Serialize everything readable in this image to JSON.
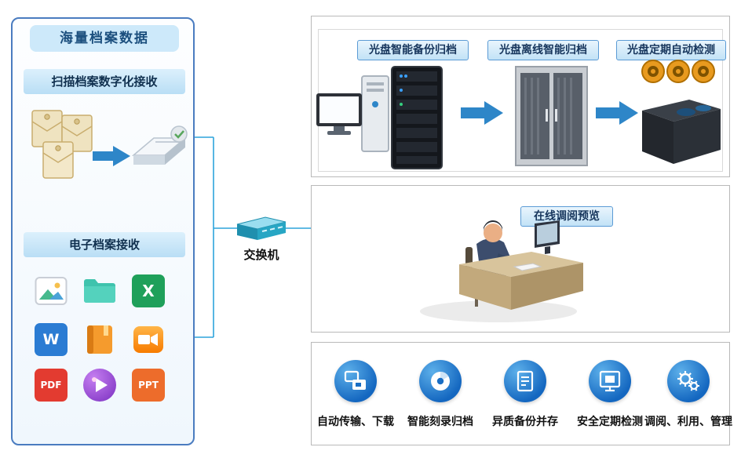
{
  "colors": {
    "accent_blue": "#2e86c8",
    "connector_blue": "#2da4dc",
    "pill_border": "#5b9bd5",
    "pill_text": "#17365d",
    "left_panel_border": "#4a7cc0",
    "switch_teal": "#27a6c4",
    "feature_circle_blue": "#1467c0"
  },
  "left_panel": {
    "title": "海量档案数据",
    "scan_section": {
      "title": "扫描档案数字化接收",
      "icons": [
        "envelope-icon",
        "envelope-icon",
        "envelope-icon",
        "arrow-right-icon",
        "scanner-check-icon"
      ]
    },
    "electronic_section": {
      "title": "电子档案接收",
      "file_types": {
        "excel_letter": "X",
        "word_letter": "W",
        "pdf_label": "PDF",
        "ppt_label": "PPT"
      },
      "icons": [
        "image-icon",
        "folder-icon",
        "excel-icon",
        "word-icon",
        "notebook-icon",
        "video-icon",
        "pdf-icon",
        "media-player-icon",
        "ppt-icon"
      ]
    }
  },
  "network": {
    "switch_label": "交换机"
  },
  "optical_workflow_panel": {
    "steps": [
      {
        "label": "光盘智能备份归档",
        "icon": "computer-and-server"
      },
      {
        "label": "光盘离线智能归档",
        "icon": "disc-cabinet"
      },
      {
        "label": "光盘定期自动检测",
        "icon": "disc-reels-detector"
      }
    ]
  },
  "online_preview_panel": {
    "label": "在线调阅预览",
    "icon": "person-at-desk"
  },
  "features_panel": {
    "items": [
      {
        "label": "自动传输、下载",
        "icon": "transfer-download-icon"
      },
      {
        "label": "智能刻录归档",
        "icon": "disc-burning-icon"
      },
      {
        "label": "异质备份并存",
        "icon": "document-backup-icon"
      },
      {
        "label": "安全定期检测",
        "icon": "security-check-icon"
      },
      {
        "label": "调阅、利用、管理",
        "icon": "gears-management-icon"
      }
    ]
  }
}
